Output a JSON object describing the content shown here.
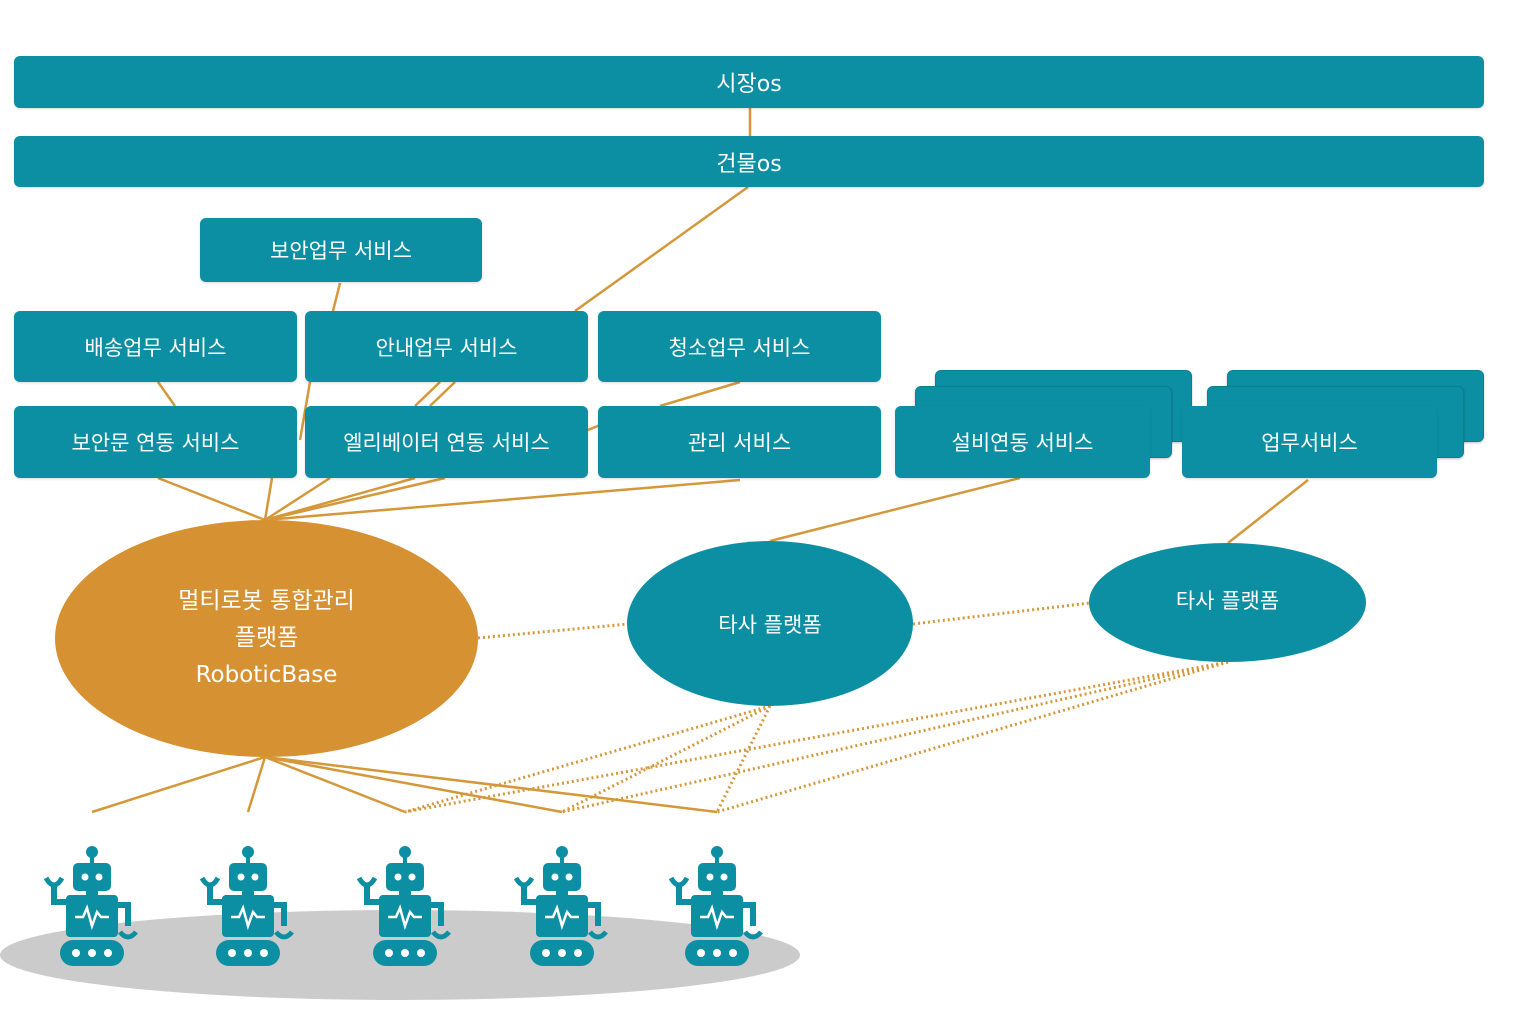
{
  "bars": {
    "market_os": "시장os",
    "building_os": "건물os"
  },
  "services": {
    "security_work": "보안업무 서비스",
    "delivery_work": "배송업무 서비스",
    "guide_work": "안내업무 서비스",
    "cleaning_work": "청소업무 서비스",
    "security_door": "보안문 연동 서비스",
    "elevator": "엘리베이터 연동 서비스",
    "management": "관리 서비스",
    "facility": "설비연동 서비스",
    "work": "업무서비스"
  },
  "platforms": {
    "main_line1": "멀티로봇 통합관리",
    "main_line2": "플랫폼",
    "main_line3": "RoboticBase",
    "other_1": "타사 플랫폼",
    "other_2": "타사 플랫폼"
  },
  "colors": {
    "teal": "#0d8fa3",
    "orange": "#d69232",
    "line": "#d4983a",
    "floor": "#c9c9c9"
  },
  "icons": [
    "robot-icon",
    "robot-icon",
    "robot-icon",
    "robot-icon",
    "robot-icon"
  ]
}
